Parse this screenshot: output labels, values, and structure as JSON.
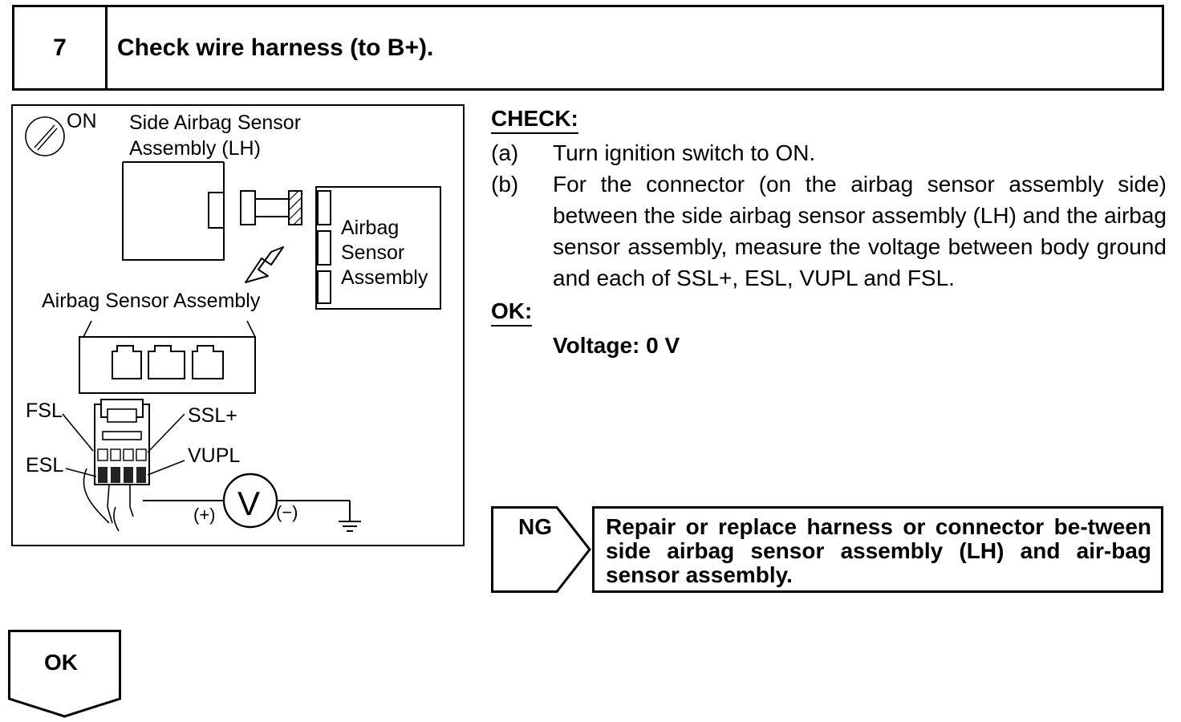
{
  "step": {
    "number": "7",
    "title": "Check wire harness (to B+)."
  },
  "diagram": {
    "ignition_label": "ON",
    "side_sensor_label_line1": "Side Airbag Sensor",
    "side_sensor_label_line2": "Assembly (LH)",
    "airbag_sensor_label_line1": "Airbag",
    "airbag_sensor_label_line2": "Sensor",
    "airbag_sensor_label_line3": "Assembly",
    "connector_caption": "Airbag Sensor Assembly",
    "terminals": {
      "fsl": "FSL",
      "esl": "ESL",
      "ssl_plus": "SSL+",
      "vupl": "VUPL"
    },
    "meter": {
      "symbol": "V",
      "plus": "(+)",
      "minus": "(−)"
    }
  },
  "check": {
    "heading": "CHECK:",
    "items": [
      {
        "label": "(a)",
        "text": "Turn ignition switch to ON."
      },
      {
        "label": "(b)",
        "text": "For the connector (on the airbag sensor assembly side) between the side airbag sensor assembly (LH) and the airbag sensor assembly, measure the voltage between body ground and each of SSL+, ESL, VUPL and FSL."
      }
    ],
    "ok_heading": "OK:",
    "ok_value": "Voltage: 0 V"
  },
  "ng": {
    "label": "NG",
    "action": "Repair or replace harness or connector be-tween side airbag sensor assembly (LH) and air-bag sensor assembly."
  },
  "ok": {
    "label": "OK"
  }
}
